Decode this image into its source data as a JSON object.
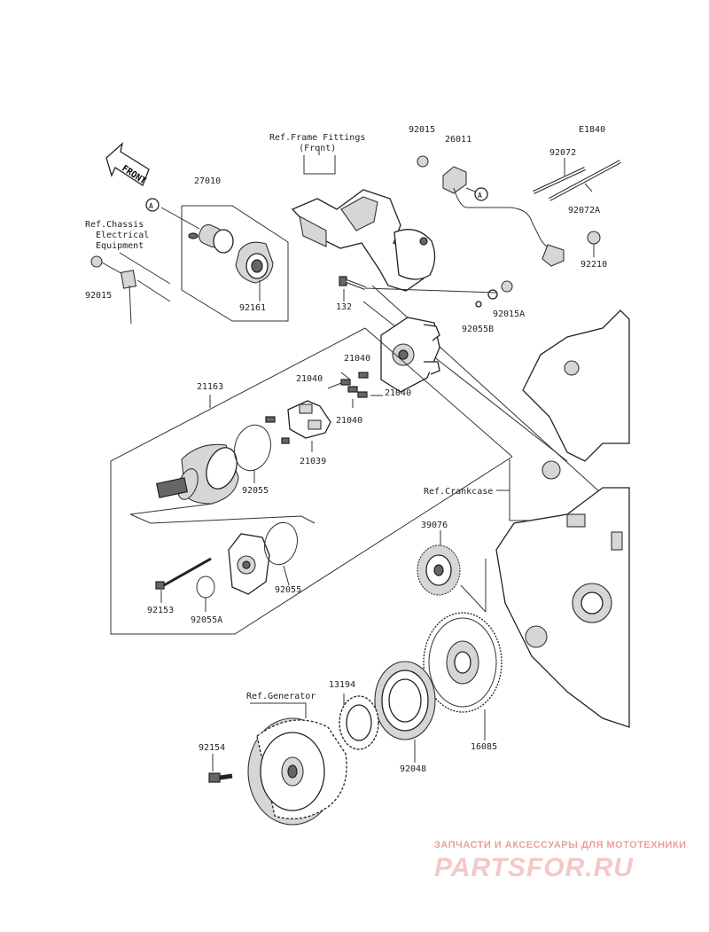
{
  "diagram_code": "E1840",
  "direction_tag": "FRONT",
  "refs": {
    "frame_fittings": "Ref.Frame Fittings\n(Front)",
    "chassis_electrical": "Ref.Chassis\n  Electrical\n  Equipment",
    "crankcase": "Ref.Crankcase",
    "generator": "Ref.Generator"
  },
  "callout_marker": "A",
  "part_numbers": {
    "p27010": "27010",
    "p92161": "92161",
    "p92015_left": "92015",
    "p92015_top": "92015",
    "p26011": "26011",
    "p92072": "92072",
    "p92072A": "92072A",
    "p92210": "92210",
    "p132": "132",
    "p92015A": "92015A",
    "p92055B": "92055B",
    "p21163": "21163",
    "p21040_a": "21040",
    "p21040_b": "21040",
    "p21040_c": "21040",
    "p21040_d": "21040",
    "p21039": "21039",
    "p92055_a": "92055",
    "p92055_b": "92055",
    "p92153": "92153",
    "p92055A": "92055A",
    "p39076": "39076",
    "p13194": "13194",
    "p92154": "92154",
    "p92048": "92048",
    "p16085": "16085"
  },
  "watermark": {
    "tagline": "ЗАПЧАСТИ И АКСЕССУАРЫ ДЛЯ МОТОТЕХНИКИ",
    "logo": "PARTSFOR.RU"
  }
}
